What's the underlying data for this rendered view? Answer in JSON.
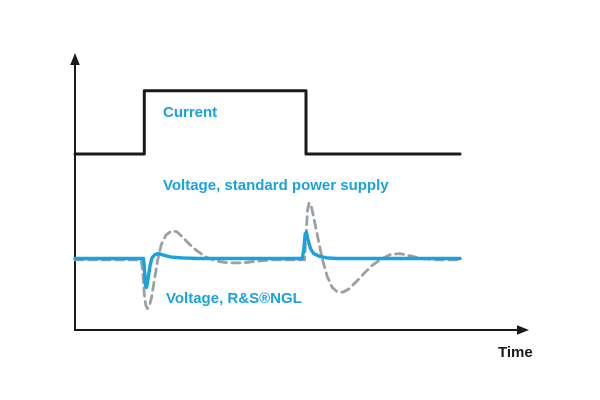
{
  "figure": {
    "labels": {
      "current": "Current",
      "voltage_standard": "Voltage, standard power supply",
      "voltage_ngl": "Voltage, R&S®NGL",
      "time": "Time"
    }
  },
  "colors": {
    "accent_blue": "#1aa2dc",
    "trace_gray": "#9aa0a4",
    "trace_black": "#1a1a1a",
    "background": "#ffffff"
  },
  "chart_data": {
    "type": "line",
    "xlabel": "Time",
    "ylabel": "",
    "xlim": [
      0,
      10
    ],
    "ylim": [
      0,
      10
    ],
    "grid": false,
    "legend_position": "inline-annotations",
    "series": [
      {
        "id": "current",
        "name": "Current",
        "color": "#1a1a1a",
        "style": "solid",
        "width": 3,
        "points": [
          [
            0,
            6.4
          ],
          [
            1.8,
            6.4
          ],
          [
            1.8,
            8.7
          ],
          [
            6.0,
            8.7
          ],
          [
            6.0,
            6.4
          ],
          [
            10,
            6.4
          ]
        ]
      },
      {
        "id": "voltage-standard",
        "name": "Voltage, standard power supply",
        "color": "#9aa0a4",
        "style": "dashed",
        "width": 2.8,
        "points": [
          [
            0,
            2.55
          ],
          [
            1.72,
            2.55
          ],
          [
            1.76,
            2.1
          ],
          [
            1.8,
            1.3
          ],
          [
            1.84,
            0.9
          ],
          [
            1.88,
            0.78
          ],
          [
            1.93,
            0.85
          ],
          [
            1.99,
            1.2
          ],
          [
            2.06,
            1.8
          ],
          [
            2.14,
            2.5
          ],
          [
            2.24,
            3.1
          ],
          [
            2.36,
            3.45
          ],
          [
            2.5,
            3.6
          ],
          [
            2.64,
            3.58
          ],
          [
            2.78,
            3.4
          ],
          [
            2.95,
            3.15
          ],
          [
            3.15,
            2.9
          ],
          [
            3.4,
            2.65
          ],
          [
            3.7,
            2.5
          ],
          [
            4.0,
            2.44
          ],
          [
            4.35,
            2.44
          ],
          [
            4.7,
            2.5
          ],
          [
            5.1,
            2.55
          ],
          [
            5.6,
            2.55
          ],
          [
            5.96,
            2.55
          ],
          [
            6.0,
            3.4
          ],
          [
            6.04,
            4.35
          ],
          [
            6.08,
            4.62
          ],
          [
            6.13,
            4.55
          ],
          [
            6.2,
            4.1
          ],
          [
            6.3,
            3.4
          ],
          [
            6.42,
            2.6
          ],
          [
            6.55,
            1.95
          ],
          [
            6.68,
            1.55
          ],
          [
            6.82,
            1.38
          ],
          [
            6.96,
            1.38
          ],
          [
            7.12,
            1.5
          ],
          [
            7.3,
            1.75
          ],
          [
            7.5,
            2.05
          ],
          [
            7.72,
            2.35
          ],
          [
            7.95,
            2.58
          ],
          [
            8.2,
            2.75
          ],
          [
            8.45,
            2.78
          ],
          [
            8.7,
            2.7
          ],
          [
            9.0,
            2.6
          ],
          [
            9.35,
            2.55
          ],
          [
            9.7,
            2.55
          ],
          [
            10,
            2.55
          ]
        ]
      },
      {
        "id": "voltage-ngl",
        "name": "Voltage, R&S®NGL",
        "color": "#1aa2dc",
        "style": "solid",
        "width": 3.4,
        "points": [
          [
            0,
            2.6
          ],
          [
            1.78,
            2.6
          ],
          [
            1.8,
            2.3
          ],
          [
            1.83,
            1.62
          ],
          [
            1.86,
            1.55
          ],
          [
            1.9,
            1.9
          ],
          [
            1.95,
            2.35
          ],
          [
            2.0,
            2.62
          ],
          [
            2.08,
            2.75
          ],
          [
            2.18,
            2.78
          ],
          [
            2.3,
            2.72
          ],
          [
            2.5,
            2.65
          ],
          [
            2.8,
            2.62
          ],
          [
            3.2,
            2.6
          ],
          [
            5.9,
            2.6
          ],
          [
            5.94,
            2.9
          ],
          [
            5.98,
            3.5
          ],
          [
            6.01,
            3.55
          ],
          [
            6.05,
            3.3
          ],
          [
            6.12,
            2.95
          ],
          [
            6.2,
            2.78
          ],
          [
            6.35,
            2.68
          ],
          [
            6.55,
            2.62
          ],
          [
            6.8,
            2.6
          ],
          [
            10,
            2.6
          ]
        ]
      }
    ]
  }
}
